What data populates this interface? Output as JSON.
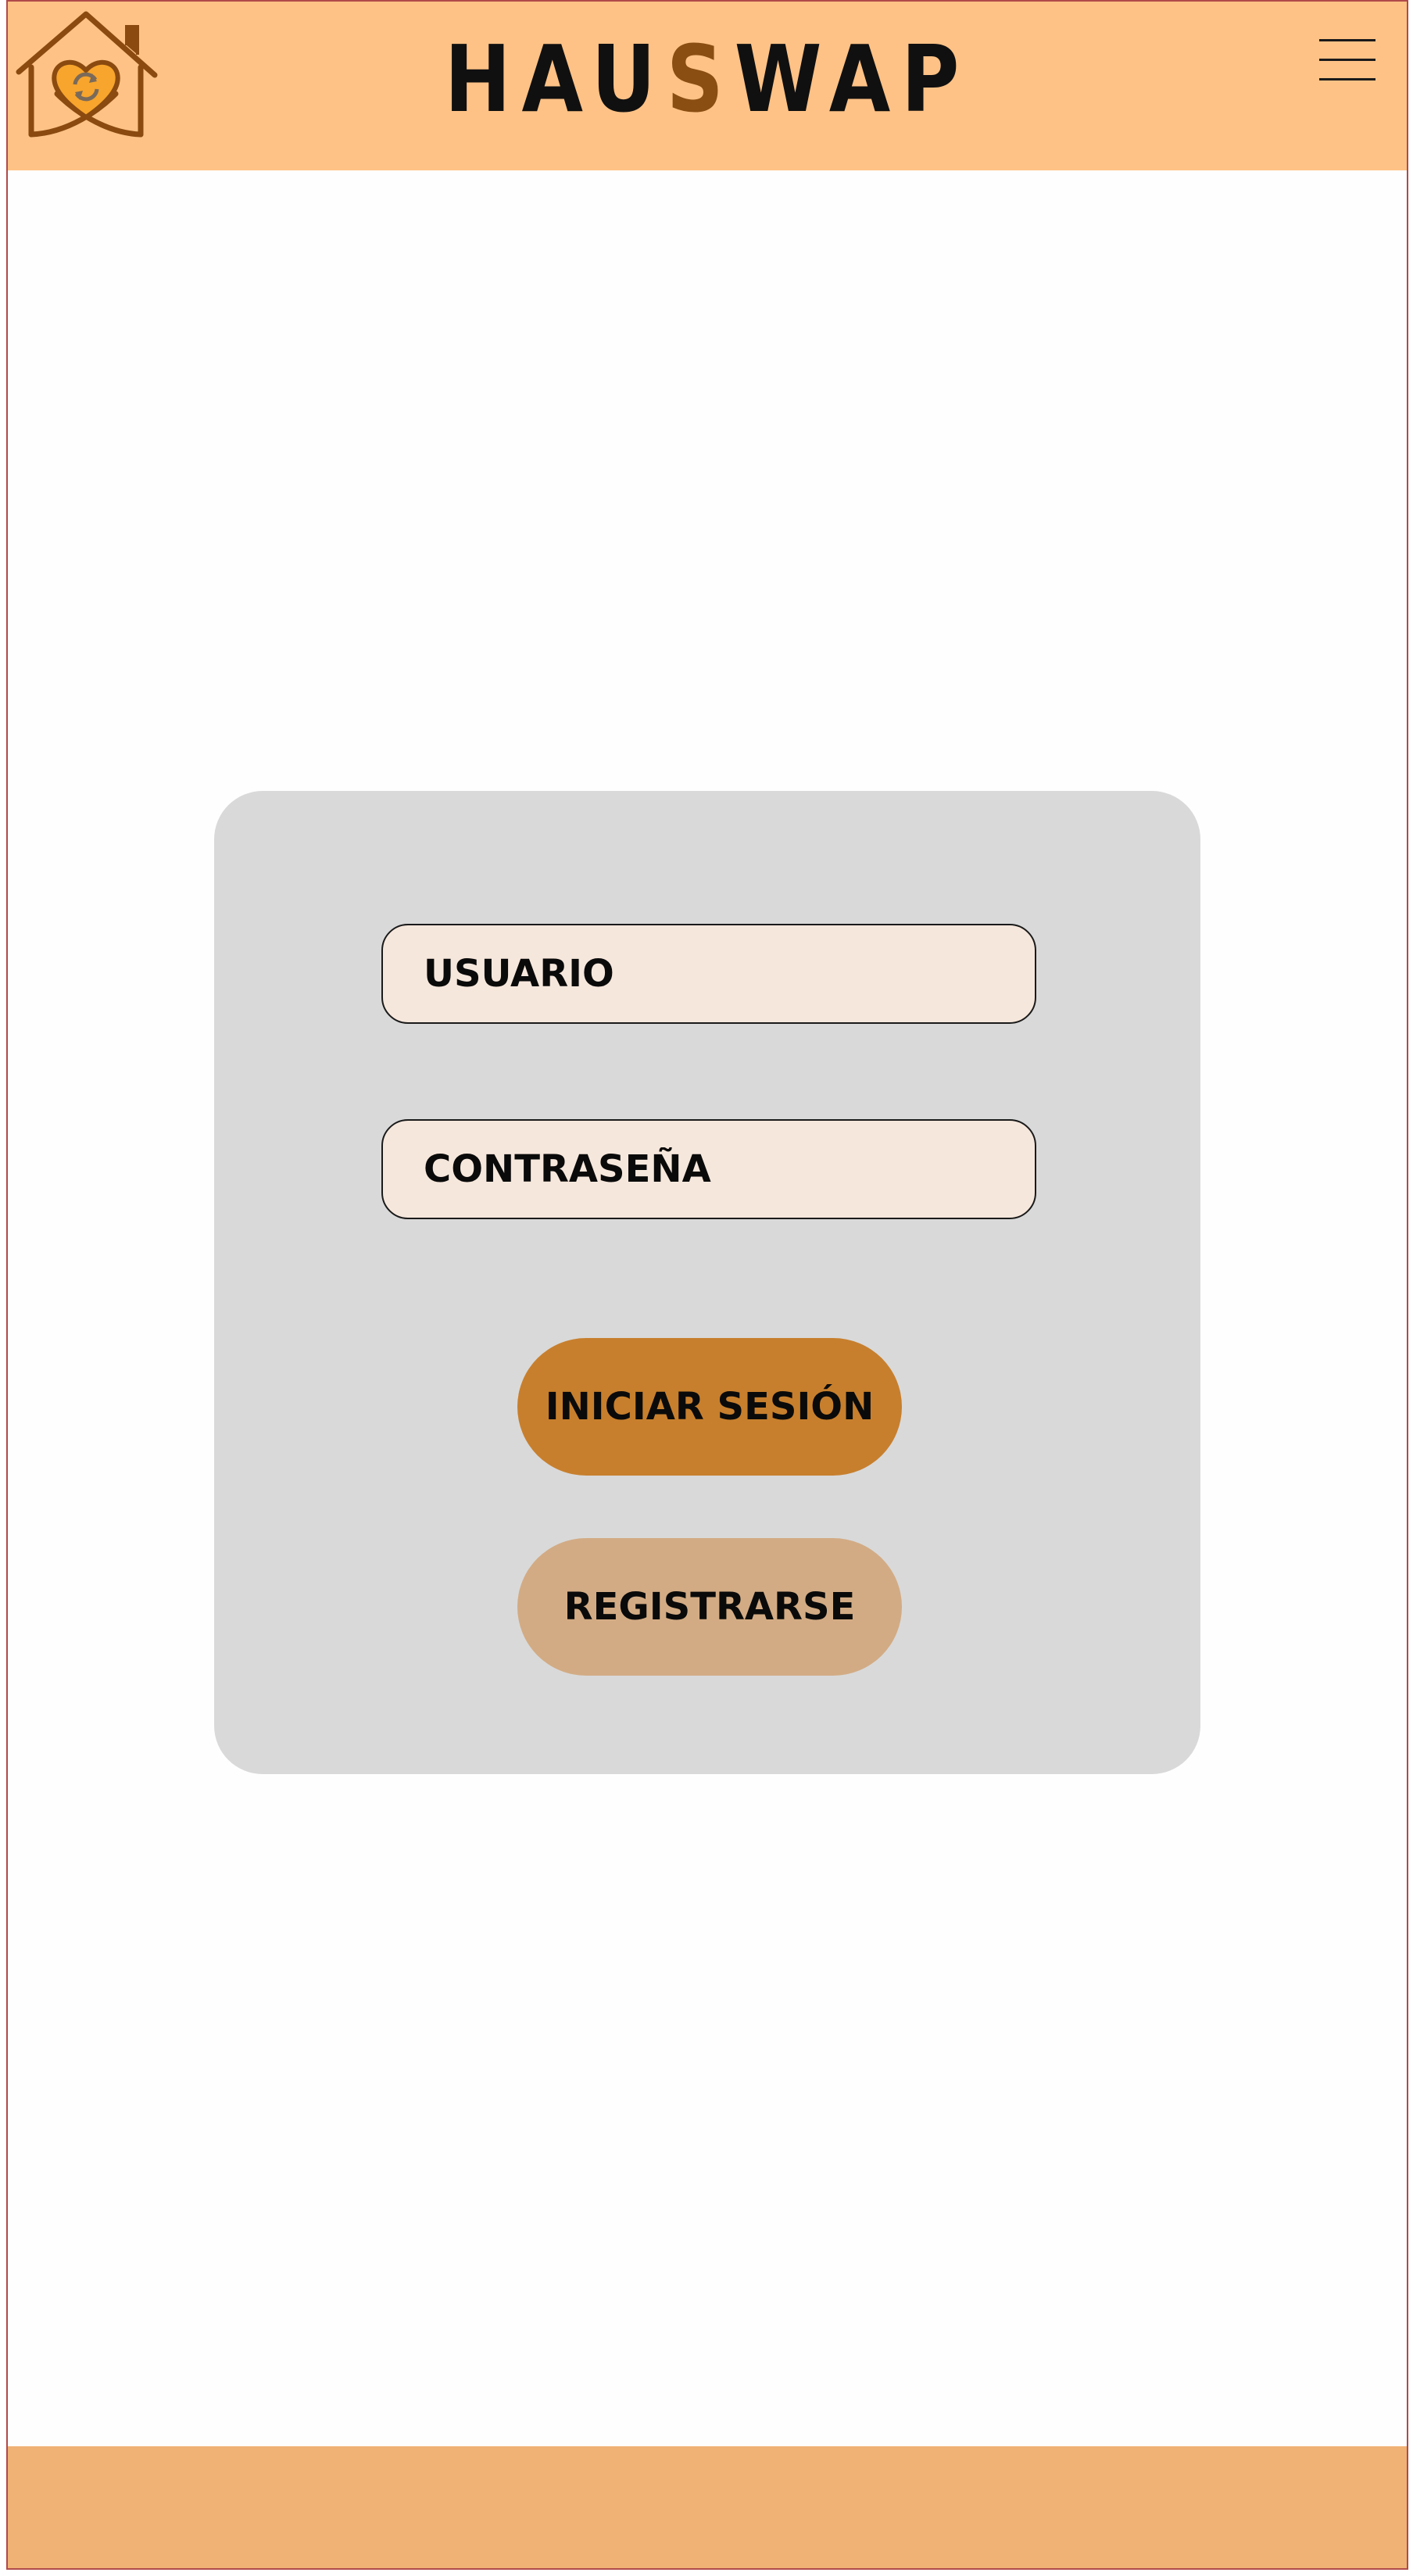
{
  "header": {
    "brand_prefix": "HAU",
    "brand_highlight": "S",
    "brand_suffix": "WAP",
    "logo_icon": "house-heart-swap-icon",
    "menu_icon": "hamburger-menu-icon"
  },
  "login": {
    "username_placeholder": "USUARIO",
    "password_placeholder": "CONTRASEÑA",
    "login_label": "INICIAR SESIÓN",
    "register_label": "REGISTRARSE"
  },
  "colors": {
    "header_bg": "#fec286",
    "footer_bg": "#f0b275",
    "card_bg": "#d9d9d9",
    "field_bg": "#f6e7dc",
    "login_button": "#c77f2d",
    "register_button": "#d2ab84",
    "brand_accent": "#8a4d12"
  }
}
